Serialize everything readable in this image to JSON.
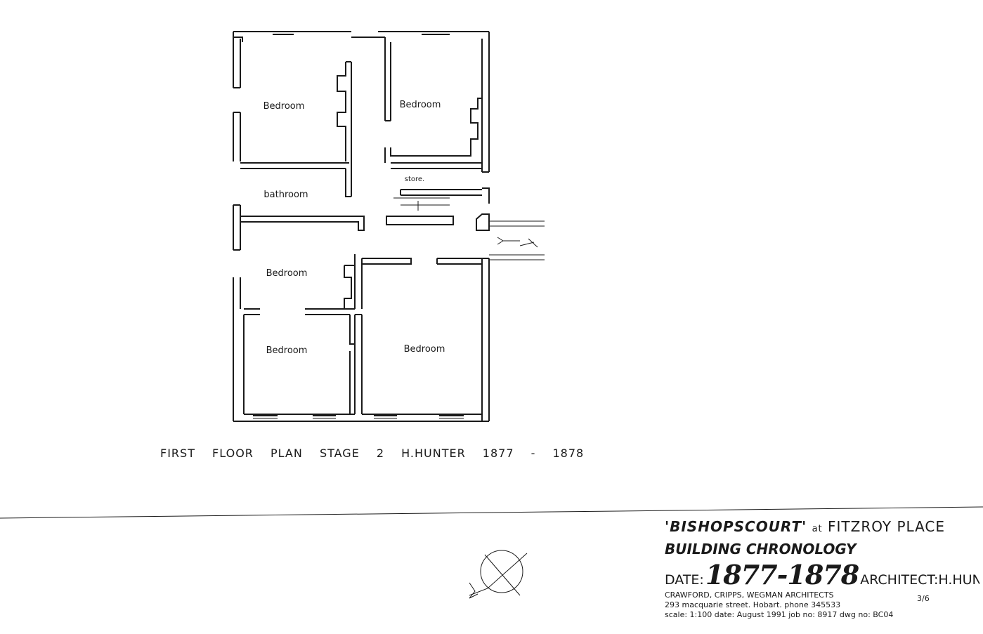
{
  "plan": {
    "rooms": [
      {
        "id": "bedroom-nw",
        "label": "Bedroom"
      },
      {
        "id": "bedroom-ne",
        "label": "Bedroom"
      },
      {
        "id": "store",
        "label": "store."
      },
      {
        "id": "bathroom",
        "label": "bathroom"
      },
      {
        "id": "bedroom-w",
        "label": "Bedroom"
      },
      {
        "id": "bedroom-sw",
        "label": "Bedroom"
      },
      {
        "id": "bedroom-se",
        "label": "Bedroom"
      }
    ]
  },
  "caption": {
    "plan": "FIRST FLOOR PLAN",
    "stage": "STAGE 2",
    "architect": "H.HUNTER",
    "years": "1877 - 1878"
  },
  "title_block": {
    "building": "'BISHOPSCOURT'",
    "at": "at",
    "place": "FITZROY PLACE",
    "chronology": "BUILDING CHRONOLOGY",
    "date_label": "DATE:",
    "date_value": "1877-1878",
    "architect_label": "ARCHITECT:",
    "architect_value": "H.HUNTER",
    "firm": "CRAWFORD, CRIPPS, WEGMAN ARCHITECTS",
    "address": "293 macquarie street. Hobart. phone 345533",
    "scale": "scale: 1:100",
    "drawing_date": "date: August 1991",
    "job_no": "job no: 8917",
    "dwg_no": "dwg no: BC04",
    "sheet": "3/6"
  },
  "icons": [
    "north-arrow-icon"
  ]
}
